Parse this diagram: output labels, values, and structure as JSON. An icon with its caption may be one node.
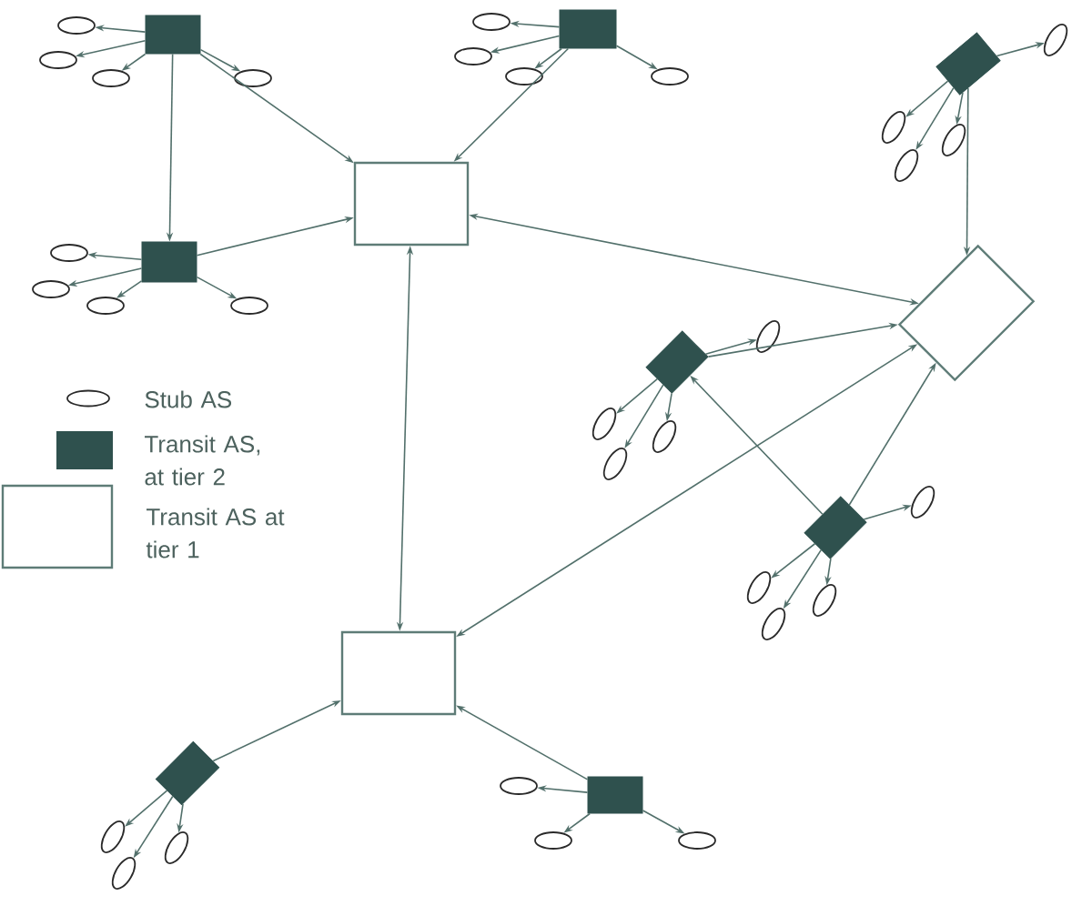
{
  "diagram": {
    "nodes": [
      {
        "text": [],
        "shape": "box"
      },
      {
        "text": [],
        "shape": "ellipse"
      },
      {
        "text": [],
        "shape": "ellipse"
      },
      {
        "text": [],
        "shape": "ellipse"
      },
      {
        "text": [],
        "shape": "ellipse"
      },
      {
        "text": [],
        "shape": "box"
      },
      {
        "text": [],
        "shape": "ellipse"
      },
      {
        "text": [],
        "shape": "ellipse"
      },
      {
        "text": [],
        "shape": "ellipse"
      },
      {
        "text": [],
        "shape": "ellipse"
      },
      {
        "text": [],
        "shape": "box"
      },
      {
        "text": [],
        "shape": "ellipse"
      },
      {
        "text": [],
        "shape": "ellipse"
      },
      {
        "text": [],
        "shape": "ellipse"
      },
      {
        "text": [],
        "shape": "ellipse"
      },
      {
        "text": [],
        "shape": "box"
      },
      {
        "text": [],
        "shape": "box"
      },
      {
        "text": [],
        "shape": "ellipse"
      },
      {
        "text": [],
        "shape": "ellipse"
      },
      {
        "text": [],
        "shape": "ellipse"
      },
      {
        "text": [],
        "shape": "ellipse"
      },
      {
        "text": [],
        "shape": "box"
      },
      {
        "text": [],
        "shape": "box"
      },
      {
        "text": [],
        "shape": "ellipse"
      },
      {
        "text": [],
        "shape": "ellipse"
      },
      {
        "text": [],
        "shape": "ellipse"
      },
      {
        "text": [],
        "shape": "ellipse"
      },
      {
        "text": [],
        "shape": "box"
      },
      {
        "text": [],
        "shape": "ellipse"
      },
      {
        "text": [],
        "shape": "ellipse"
      },
      {
        "text": [],
        "shape": "ellipse"
      },
      {
        "text": [],
        "shape": "ellipse"
      },
      {
        "text": [],
        "shape": "box"
      },
      {
        "text": [],
        "shape": "box"
      },
      {
        "text": [],
        "shape": "ellipse"
      },
      {
        "text": [],
        "shape": "ellipse"
      },
      {
        "text": [],
        "shape": "ellipse"
      },
      {
        "text": [],
        "shape": "box"
      },
      {
        "text": [],
        "shape": "ellipse"
      },
      {
        "text": [],
        "shape": "ellipse"
      },
      {
        "text": [],
        "shape": "ellipse"
      }
    ],
    "edges": [
      {
        "from": 0,
        "to": 15,
        "arrow": "to"
      },
      {
        "from": 0,
        "to": 16,
        "arrow": "to"
      },
      {
        "from": 5,
        "to": 15,
        "arrow": "to"
      },
      {
        "from": 16,
        "to": 15,
        "arrow": "to"
      },
      {
        "from": 21,
        "to": 15,
        "arrow": "both"
      },
      {
        "from": 10,
        "to": 21,
        "arrow": "to"
      },
      {
        "from": 15,
        "to": 32,
        "arrow": "both"
      },
      {
        "from": 22,
        "to": 21,
        "arrow": "to"
      },
      {
        "from": 27,
        "to": 21,
        "arrow": "to"
      },
      {
        "from": 27,
        "to": 22,
        "arrow": "to"
      },
      {
        "from": 32,
        "to": 21,
        "arrow": "both"
      },
      {
        "from": 33,
        "to": 32,
        "arrow": "to"
      },
      {
        "from": 37,
        "to": 32,
        "arrow": "to"
      },
      {
        "from": 0,
        "to": 1,
        "arrow": "to"
      },
      {
        "from": 0,
        "to": 2,
        "arrow": "to"
      },
      {
        "from": 0,
        "to": 3,
        "arrow": "to"
      },
      {
        "from": 0,
        "to": 4,
        "arrow": "to"
      },
      {
        "from": 5,
        "to": 6,
        "arrow": "to"
      },
      {
        "from": 5,
        "to": 7,
        "arrow": "to"
      },
      {
        "from": 5,
        "to": 8,
        "arrow": "to"
      },
      {
        "from": 5,
        "to": 9,
        "arrow": "to"
      },
      {
        "from": 10,
        "to": 11,
        "arrow": "to"
      },
      {
        "from": 10,
        "to": 12,
        "arrow": "to"
      },
      {
        "from": 10,
        "to": 13,
        "arrow": "to"
      },
      {
        "from": 10,
        "to": 14,
        "arrow": "to"
      },
      {
        "from": 16,
        "to": 17,
        "arrow": "to"
      },
      {
        "from": 16,
        "to": 18,
        "arrow": "to"
      },
      {
        "from": 16,
        "to": 19,
        "arrow": "to"
      },
      {
        "from": 16,
        "to": 20,
        "arrow": "to"
      },
      {
        "from": 22,
        "to": 23,
        "arrow": "to"
      },
      {
        "from": 22,
        "to": 24,
        "arrow": "to"
      },
      {
        "from": 22,
        "to": 25,
        "arrow": "to"
      },
      {
        "from": 22,
        "to": 26,
        "arrow": "to"
      },
      {
        "from": 27,
        "to": 28,
        "arrow": "to"
      },
      {
        "from": 27,
        "to": 29,
        "arrow": "to"
      },
      {
        "from": 27,
        "to": 30,
        "arrow": "to"
      },
      {
        "from": 27,
        "to": 31,
        "arrow": "to"
      },
      {
        "from": 33,
        "to": 34,
        "arrow": "to"
      },
      {
        "from": 33,
        "to": 35,
        "arrow": "to"
      },
      {
        "from": 33,
        "to": 36,
        "arrow": "to"
      },
      {
        "from": 37,
        "to": 38,
        "arrow": "to"
      },
      {
        "from": 37,
        "to": 39,
        "arrow": "to"
      },
      {
        "from": 37,
        "to": 40,
        "arrow": "to"
      }
    ],
    "legend": [
      {
        "text": "Stub AS"
      },
      {
        "text": "Transit AS, at tier 2",
        "color": "#2f514e"
      },
      {
        "text": "Transit AS at tier 1"
      }
    ]
  }
}
